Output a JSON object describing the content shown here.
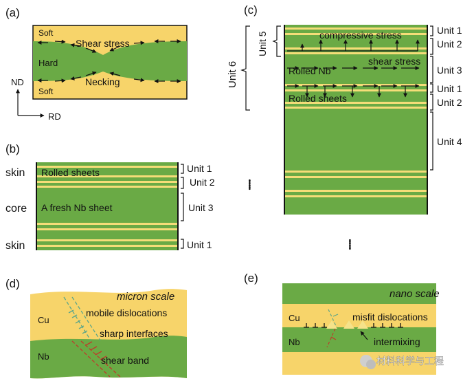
{
  "colors": {
    "soft": "#F7D46A",
    "hard": "#6AAA45",
    "stripe": "#F5DD78",
    "black": "#111111",
    "cu_dislocation": "#5aa58a",
    "nb_dislocation": "#c0392b"
  },
  "panels": {
    "a": {
      "label": "(a)",
      "soft_top": "Soft",
      "soft_bottom": "Soft",
      "hard": "Hard",
      "shear_stress": "Shear stress",
      "necking": "Necking",
      "axis_nd": "ND",
      "axis_rd": "RD"
    },
    "b": {
      "label": "(b)",
      "skin_top": "skin",
      "core": "core",
      "skin_bottom": "skin",
      "rolled_sheets": "Rolled sheets",
      "fresh_sheet": "A fresh Nb sheet",
      "units": [
        "Unit 1",
        "Unit 2",
        "Unit 3",
        "Unit 1"
      ]
    },
    "c": {
      "label": "(c)",
      "compressive_stress": "compressive stress",
      "shear_stress": "shear stress",
      "rolled_nb": "Rolled Nb",
      "rolled_sheets": "Rolled sheets",
      "unit5": "Unit 5",
      "unit6": "Unit 6",
      "units": [
        "Unit 1",
        "Unit 2",
        "Unit 3",
        "Unit 1",
        "Unit 2",
        "Unit 4"
      ]
    },
    "d": {
      "label": "(d)",
      "scale": "micron scale",
      "cu": "Cu",
      "nb": "Nb",
      "mobile_dislocations": "mobile dislocations",
      "sharp_interfaces": "sharp interfaces",
      "shear_band": "shear band"
    },
    "e": {
      "label": "(e)",
      "scale": "nano scale",
      "cu": "Cu",
      "nb": "Nb",
      "misfit_dislocations": "misfit dislocations",
      "intermixing": "intermixing"
    }
  },
  "ellipsis": "••••••",
  "watermark": "材料科学与工程"
}
